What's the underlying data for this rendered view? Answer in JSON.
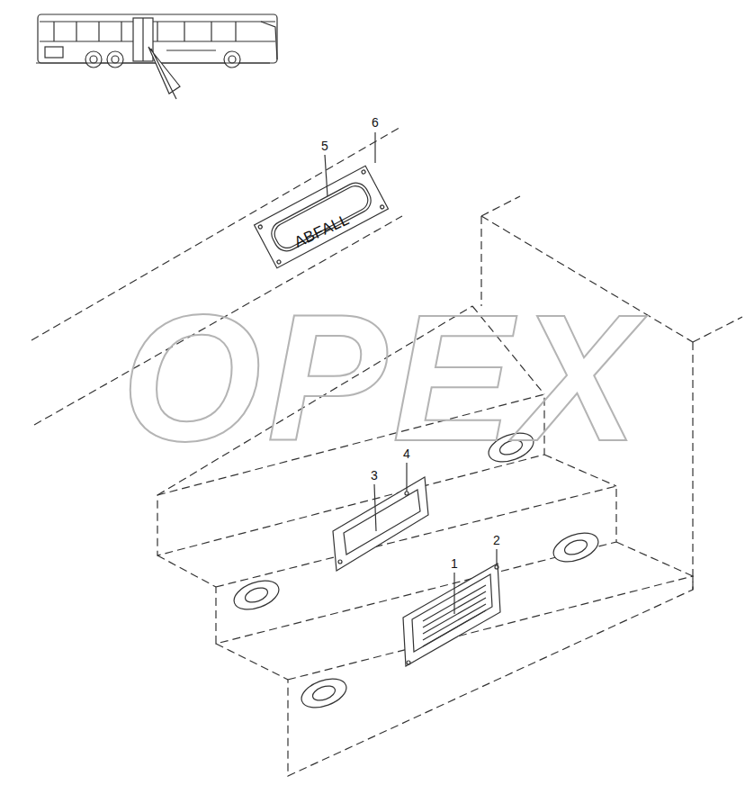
{
  "diagram": {
    "labels": [
      "6",
      "5",
      "ABFALL",
      "4",
      "3",
      "2",
      "1",
      "OPEX"
    ]
  }
}
